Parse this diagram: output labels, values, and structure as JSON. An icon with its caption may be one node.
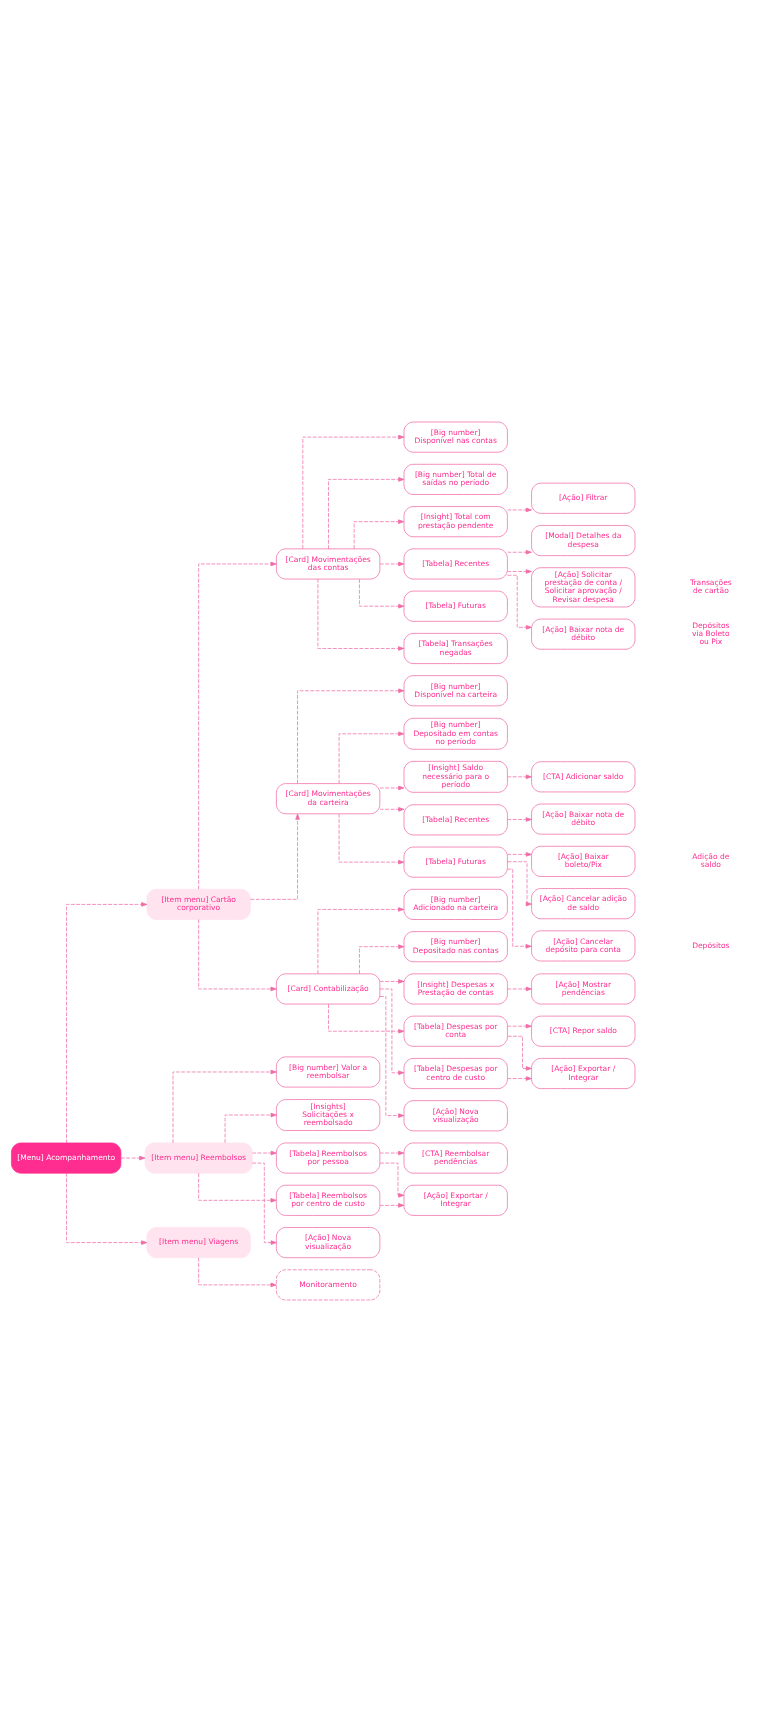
{
  "diagram": {
    "nodes": [
      {
        "text": [
          "[Menu] Acompanhamento"
        ]
      },
      {
        "text": [
          "[Item menu] Cartão corporativo"
        ]
      },
      {
        "text": [
          "[Card] Movimentações das contas"
        ]
      },
      {
        "text": [
          "[Big number] Disponível nas contas"
        ]
      },
      {
        "text": [
          "[Big number] Total de saídas no período"
        ]
      },
      {
        "text": [
          "[Insight] Total com prestação pendente"
        ]
      },
      {
        "text": [
          "[Ação] Filtrar"
        ]
      },
      {
        "text": [
          "[Tabela] Recentes"
        ]
      },
      {
        "text": [
          "[Modal] Detalhes da despesa"
        ]
      },
      {
        "text": [
          "[Tabela] Futuras"
        ]
      },
      {
        "text": [
          "[Ação] Solicitar prestação de conta / Solicitar aprovação / Revisar despesa"
        ]
      },
      {
        "text": [
          "[Tabela] Transações negadas"
        ]
      },
      {
        "text": [
          "[Ação] Baixar nota de débito"
        ]
      },
      {
        "text": [
          "[Card] Movimentações da carteira"
        ]
      },
      {
        "text": [
          "[Big number] Disponível na carteira"
        ]
      },
      {
        "text": [
          "[Big number] Depositado em contas no período"
        ]
      },
      {
        "text": [
          "[Insight] Saldo necessário para o período"
        ]
      },
      {
        "text": [
          "[CTA] Adicionar saldo"
        ]
      },
      {
        "text": [
          "[Tabela] Recentes"
        ]
      },
      {
        "text": [
          "[Ação] Baixar nota de débito"
        ]
      },
      {
        "text": [
          "[Tabela] Futuras"
        ]
      },
      {
        "text": [
          "[Ação] Baixar boleto/Pix"
        ]
      },
      {
        "text": [
          "[Ação] Cancelar adição de saldo"
        ]
      },
      {
        "text": [
          "[Ação] Cancelar depósito para conta"
        ]
      },
      {
        "text": [
          "[Card] Contabilização"
        ]
      },
      {
        "text": [
          "[Big number] Adicionado na carteira"
        ]
      },
      {
        "text": [
          "[Big number] Depositado nas contas"
        ]
      },
      {
        "text": [
          "[Insight] Despesas x Prestação de contas"
        ]
      },
      {
        "text": [
          "[Ação] Mostrar pendências"
        ]
      },
      {
        "text": [
          "[Tabela] Despesas por conta"
        ]
      },
      {
        "text": [
          "[CTA] Repor saldo"
        ]
      },
      {
        "text": [
          "[Tabela] Despesas por centro de custo"
        ]
      },
      {
        "text": [
          "[Ação] Exportar / Integrar"
        ]
      },
      {
        "text": [
          "[Ação] Nova visualização"
        ]
      },
      {
        "text": [
          "[Item menu] Reembolsos"
        ]
      },
      {
        "text": [
          "[Big number] Valor a reembolsar"
        ]
      },
      {
        "text": [
          "[Insights] Solicitações x reembolsado"
        ]
      },
      {
        "text": [
          "[Tabela] Reembolsos por pessoa"
        ]
      },
      {
        "text": [
          "[CTA] Reembolsar pendências"
        ]
      },
      {
        "text": [
          "[Tabela] Reembolsos por centro de custo"
        ]
      },
      {
        "text": [
          "[Ação] Exportar / Integrar"
        ]
      },
      {
        "text": [
          "[Ação] Nova visualização"
        ]
      },
      {
        "text": [
          "[Item menu] Viagens"
        ]
      },
      {
        "text": [
          "Monitoramento"
        ]
      }
    ],
    "edges": [
      {
        "from": 0,
        "to": 1,
        "arrow": "to",
        "style": "dashed"
      },
      {
        "from": 1,
        "to": 2,
        "arrow": "to",
        "style": "dashed"
      },
      {
        "from": 2,
        "to": 3,
        "arrow": "to",
        "style": "dashed"
      },
      {
        "from": 2,
        "to": 4,
        "arrow": "to",
        "style": "dashed"
      },
      {
        "from": 2,
        "to": 5,
        "arrow": "to",
        "style": "dashed"
      },
      {
        "from": 5,
        "to": 6,
        "arrow": "to",
        "style": "dashed"
      },
      {
        "from": 2,
        "to": 7,
        "arrow": "to",
        "style": "dashed"
      },
      {
        "from": 7,
        "to": 8,
        "arrow": "to",
        "style": "dashed"
      },
      {
        "from": 7,
        "to": 10,
        "arrow": "to",
        "style": "dashed"
      },
      {
        "from": 7,
        "to": 12,
        "arrow": "to",
        "style": "dashed"
      },
      {
        "from": 2,
        "to": 9,
        "arrow": "to",
        "style": "dashed"
      },
      {
        "from": 2,
        "to": 11,
        "arrow": "to",
        "style": "dashed"
      },
      {
        "from": 1,
        "to": 13,
        "arrow": "to",
        "style": "dashed"
      },
      {
        "from": 13,
        "to": 14,
        "arrow": "to",
        "style": "dashed"
      },
      {
        "from": 13,
        "to": 15,
        "arrow": "to",
        "style": "dashed"
      },
      {
        "from": 13,
        "to": 16,
        "arrow": "to",
        "style": "dashed"
      },
      {
        "from": 16,
        "to": 17,
        "arrow": "to",
        "style": "dashed"
      },
      {
        "from": 13,
        "to": 18,
        "arrow": "to",
        "style": "dashed"
      },
      {
        "from": 18,
        "to": 19,
        "arrow": "to",
        "style": "dashed"
      },
      {
        "from": 13,
        "to": 20,
        "arrow": "to",
        "style": "dashed"
      },
      {
        "from": 20,
        "to": 21,
        "arrow": "to",
        "style": "dashed"
      },
      {
        "from": 20,
        "to": 22,
        "arrow": "to",
        "style": "dashed"
      },
      {
        "from": 20,
        "to": 23,
        "arrow": "to",
        "style": "dashed"
      },
      {
        "from": 1,
        "to": 24,
        "arrow": "to",
        "style": "dashed"
      },
      {
        "from": 24,
        "to": 25,
        "arrow": "to",
        "style": "dashed"
      },
      {
        "from": 24,
        "to": 26,
        "arrow": "to",
        "style": "dashed"
      },
      {
        "from": 24,
        "to": 27,
        "arrow": "to",
        "style": "dashed"
      },
      {
        "from": 27,
        "to": 28,
        "arrow": "to",
        "style": "dashed"
      },
      {
        "from": 24,
        "to": 29,
        "arrow": "to",
        "style": "dashed"
      },
      {
        "from": 29,
        "to": 30,
        "arrow": "to",
        "style": "dashed"
      },
      {
        "from": 29,
        "to": 32,
        "arrow": "to",
        "style": "dashed"
      },
      {
        "from": 24,
        "to": 31,
        "arrow": "to",
        "style": "dashed"
      },
      {
        "from": 31,
        "to": 32,
        "arrow": "to",
        "style": "dashed"
      },
      {
        "from": 24,
        "to": 33,
        "arrow": "to",
        "style": "dashed"
      },
      {
        "from": 0,
        "to": 34,
        "arrow": "to",
        "style": "dashed"
      },
      {
        "from": 34,
        "to": 35,
        "arrow": "to",
        "style": "dashed"
      },
      {
        "from": 34,
        "to": 36,
        "arrow": "to",
        "style": "dashed"
      },
      {
        "from": 34,
        "to": 37,
        "arrow": "to",
        "style": "dashed"
      },
      {
        "from": 37,
        "to": 38,
        "arrow": "to",
        "style": "dashed"
      },
      {
        "from": 37,
        "to": 40,
        "arrow": "to",
        "style": "dashed"
      },
      {
        "from": 34,
        "to": 39,
        "arrow": "to",
        "style": "dashed"
      },
      {
        "from": 39,
        "to": 40,
        "arrow": "to",
        "style": "dashed"
      },
      {
        "from": 34,
        "to": 41,
        "arrow": "to",
        "style": "dashed"
      },
      {
        "from": 0,
        "to": 42,
        "arrow": "to",
        "style": "dashed"
      },
      {
        "from": 42,
        "to": 43,
        "arrow": "to",
        "style": "dashed"
      }
    ],
    "labels": [
      "Transações de cartão",
      "Depósitos via Boleto ou Pix",
      "Adição de saldo",
      "Depósitos"
    ]
  }
}
